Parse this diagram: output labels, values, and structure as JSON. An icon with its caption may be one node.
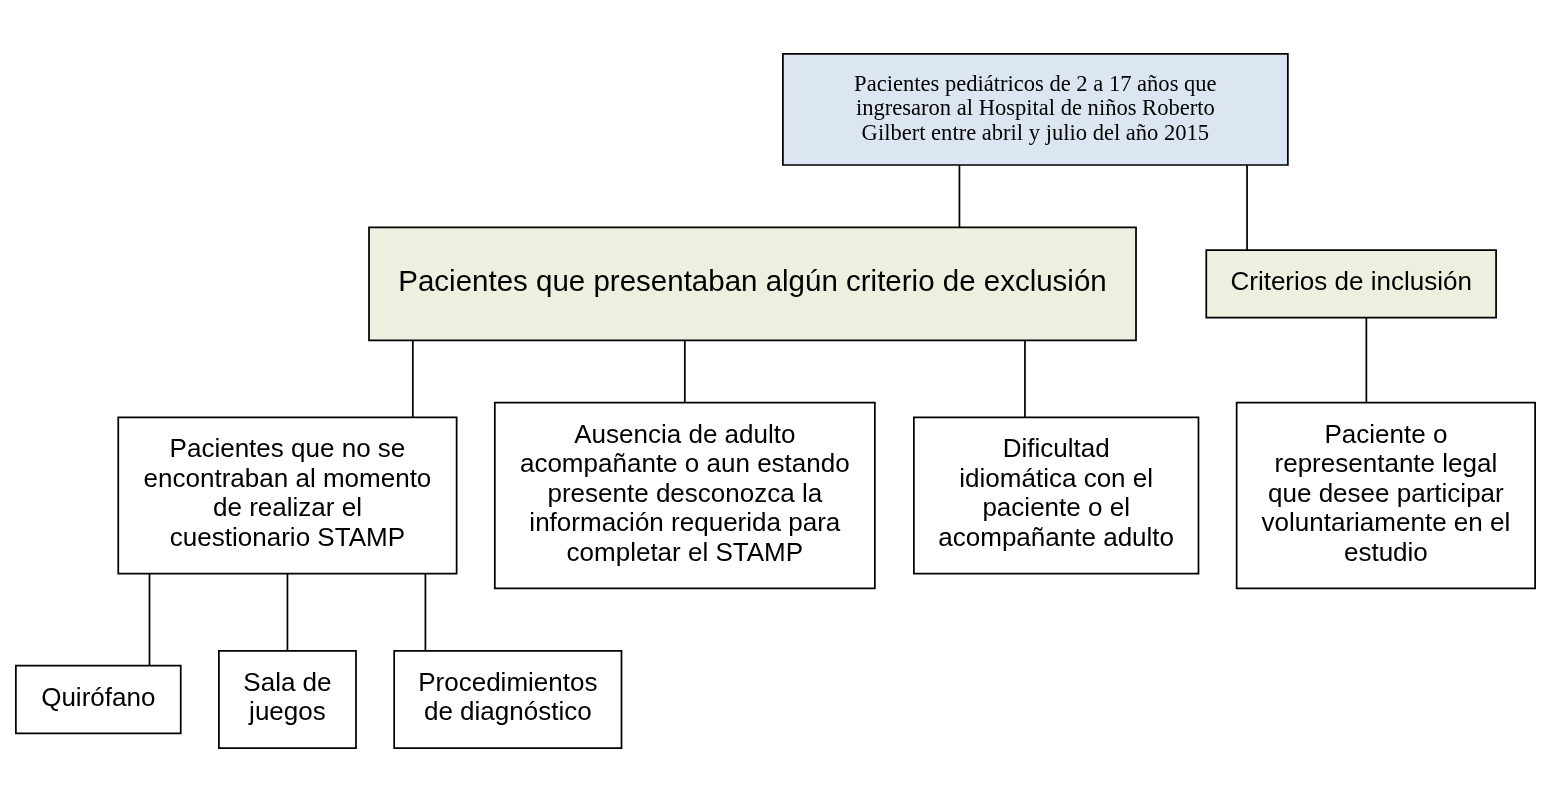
{
  "diagram": {
    "nodes": [
      {
        "text": [
          "Pacientes pediátricos de 2 a 17 años que ingresaron al Hospital de niños Roberto Gilbert entre abril y julio del año 2015"
        ]
      },
      {
        "text": [
          "Pacientes que presentaban algún criterio de exclusión"
        ]
      },
      {
        "text": [
          "Criterios de inclusión"
        ]
      },
      {
        "text": [
          "Pacientes que no se encontraban al momento de realizar el cuestionario STAMP"
        ]
      },
      {
        "text": [
          "Ausencia de adulto acompañante o aun estando presente desconozca la información requerida para completar el STAMP"
        ]
      },
      {
        "text": [
          "Dificultad idiomática con el paciente o el acompañante adulto"
        ]
      },
      {
        "text": [
          "Quirófano"
        ]
      },
      {
        "text": [
          "Sala de juegos"
        ]
      },
      {
        "text": [
          "Procedimientos de diagnóstico"
        ]
      },
      {
        "text": [
          "Paciente o representante legal que desee participar voluntariamente en el estudio"
        ]
      }
    ],
    "edges": [
      {
        "from": 0,
        "to": 1,
        "arrow": "none"
      },
      {
        "from": 0,
        "to": 2,
        "arrow": "none"
      },
      {
        "from": 1,
        "to": 3,
        "arrow": "none"
      },
      {
        "from": 1,
        "to": 4,
        "arrow": "none"
      },
      {
        "from": 1,
        "to": 5,
        "arrow": "none"
      },
      {
        "from": 3,
        "to": 6,
        "arrow": "none"
      },
      {
        "from": 3,
        "to": 7,
        "arrow": "none"
      },
      {
        "from": 3,
        "to": 8,
        "arrow": "none"
      },
      {
        "from": 2,
        "to": 9,
        "arrow": "none"
      }
    ]
  }
}
